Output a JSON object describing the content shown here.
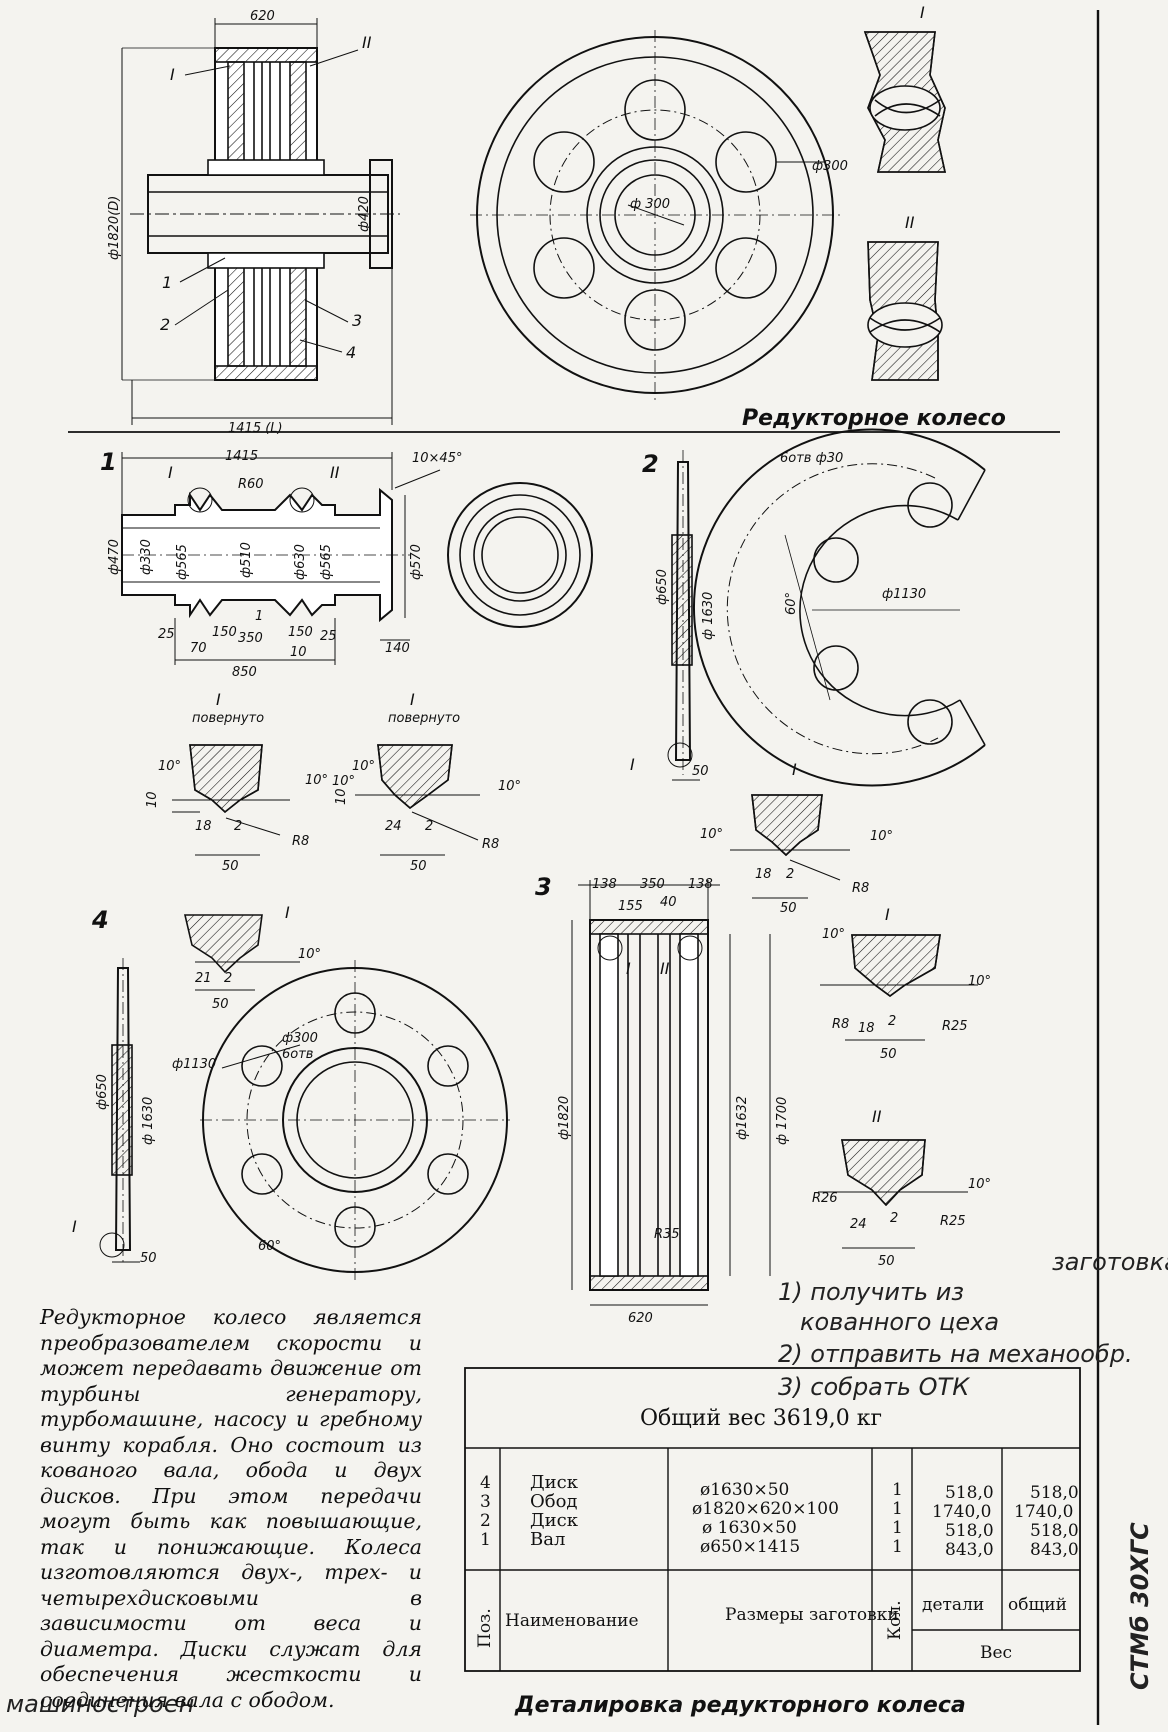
{
  "top": {
    "dims": {
      "width_620": "620",
      "dia_1820": "ф1820(D)",
      "length_1415": "1415 (L)",
      "dia_420": "ф420",
      "front_300_hole": "ф300",
      "front_300_center": "ф 300"
    },
    "callouts": [
      "I",
      "II",
      "1",
      "2",
      "3",
      "4"
    ],
    "section_I_title": "I",
    "section_II_title": "II",
    "caption": "Редукторное колесо"
  },
  "part1": {
    "number": "1",
    "dims": {
      "len_1415": "1415",
      "chamfer": "10×45°",
      "r60": "R60",
      "d470": "ф470",
      "d330": "ф330",
      "d565a": "ф565",
      "d510": "ф510",
      "d630": "ф630",
      "d565b": "ф565",
      "d570": "ф570",
      "len_25a": "25",
      "len_70": "70",
      "len_150": "150",
      "len_1": "1",
      "len_350": "350",
      "len_150b": "150",
      "len_25b": "25",
      "len_10": "10",
      "len_140": "140",
      "len_850": "850"
    },
    "callout_I": "I",
    "callout_II": "II",
    "detail_left": {
      "title": "I",
      "subtitle": "повернуто",
      "angle_a": "10°",
      "angle_b": "10°",
      "gap": "10",
      "w18": "18",
      "w2": "2",
      "w50": "50",
      "r8": "R8"
    },
    "detail_right": {
      "title": "I",
      "subtitle": "повернуто",
      "angle_a": "10°",
      "angle_b": "10°",
      "angle_c": "10°",
      "gap": "10",
      "w24": "24",
      "w2": "2",
      "w50": "50",
      "r8": "R8"
    }
  },
  "part2": {
    "number": "2",
    "dims": {
      "holes": "6отв ф30",
      "d650": "ф650",
      "d1630": "ф 1630",
      "pcd": "ф1130",
      "angle60": "60°",
      "thick50": "50",
      "callout_I": "I"
    },
    "detail": {
      "title": "I",
      "angle_a": "10°",
      "angle_b": "10°",
      "w18": "18",
      "w2": "2",
      "w50": "50",
      "r8": "R8"
    }
  },
  "part3": {
    "number": "3",
    "dims": {
      "w138a": "138",
      "w350": "350",
      "w138b": "138",
      "w155": "155",
      "w40": "40",
      "d1820": "ф1820",
      "d1632": "ф1632",
      "d1700": "ф 1700",
      "r35": "R35",
      "w620": "620",
      "callout_I": "I",
      "callout_II": "II"
    },
    "detail_I": {
      "title": "I",
      "angle_a": "10°",
      "angle_b": "10°",
      "r8": "R8",
      "w18": "18",
      "w2": "2",
      "r25": "R25",
      "w50": "50"
    },
    "detail_II": {
      "title": "II",
      "angle": "10°",
      "r26": "R26",
      "w24": "24",
      "w2": "2",
      "r25": "R25",
      "w50": "50"
    }
  },
  "part4": {
    "number": "4",
    "dims": {
      "d650": "ф650",
      "d1630": "ф 1630",
      "thick50": "50",
      "callout_I": "I",
      "pcd": "ф1130",
      "holes_a": "ф300",
      "holes_b": "6отв",
      "angle60": "60°"
    },
    "detail": {
      "title": "I",
      "angle": "10°",
      "w21": "21",
      "w2": "2",
      "w50": "50"
    }
  },
  "description": "Редукторное колесо является преобразователем скорости и может передавать движение от турбины генератору, турбомашине, насосу и гребному винту корабля. Оно состоит из кованого вала, обода и двух дисков. При этом передачи могут быть как повышающие, так и понижающие. Колеса изготовляются двух-, трех- и четырехдисковыми в зависимости от веса и диаметра. Диски служат для обеспечения жесткости и соединения вала с ободом.",
  "table": {
    "total": "Общий вес 3619,0 кг",
    "positions": [
      "4",
      "3",
      "2",
      "1"
    ],
    "names": [
      "Диск",
      "Обод",
      "Диск",
      "Вал"
    ],
    "sizes": [
      "ø1630×50",
      "ø1820×620×100",
      "ø 1630×50",
      "ø650×1415"
    ],
    "qty": [
      "1",
      "1",
      "1",
      "1"
    ],
    "weight_part": [
      "518,0",
      "1740,0",
      "518,0",
      "843,0"
    ],
    "weight_total": [
      "518,0",
      "1740,0",
      "518,0",
      "843,0"
    ],
    "header": {
      "pos": "Поз.",
      "name": "Наименование",
      "size": "Размеры заготовки",
      "qty": "Кол.",
      "part": "детали",
      "total": "общий",
      "weight": "Вес"
    },
    "caption": "Деталировка редукторного колеса"
  },
  "handwriting": {
    "line0": "заготовка",
    "line1": "1) получить из",
    "line2": "кованного цеха",
    "line3": "2) отправить на механообр.",
    "line4": "3) собрать ОТК",
    "margin": "СТМб 30ХГС",
    "bottom": "машиностроен"
  }
}
